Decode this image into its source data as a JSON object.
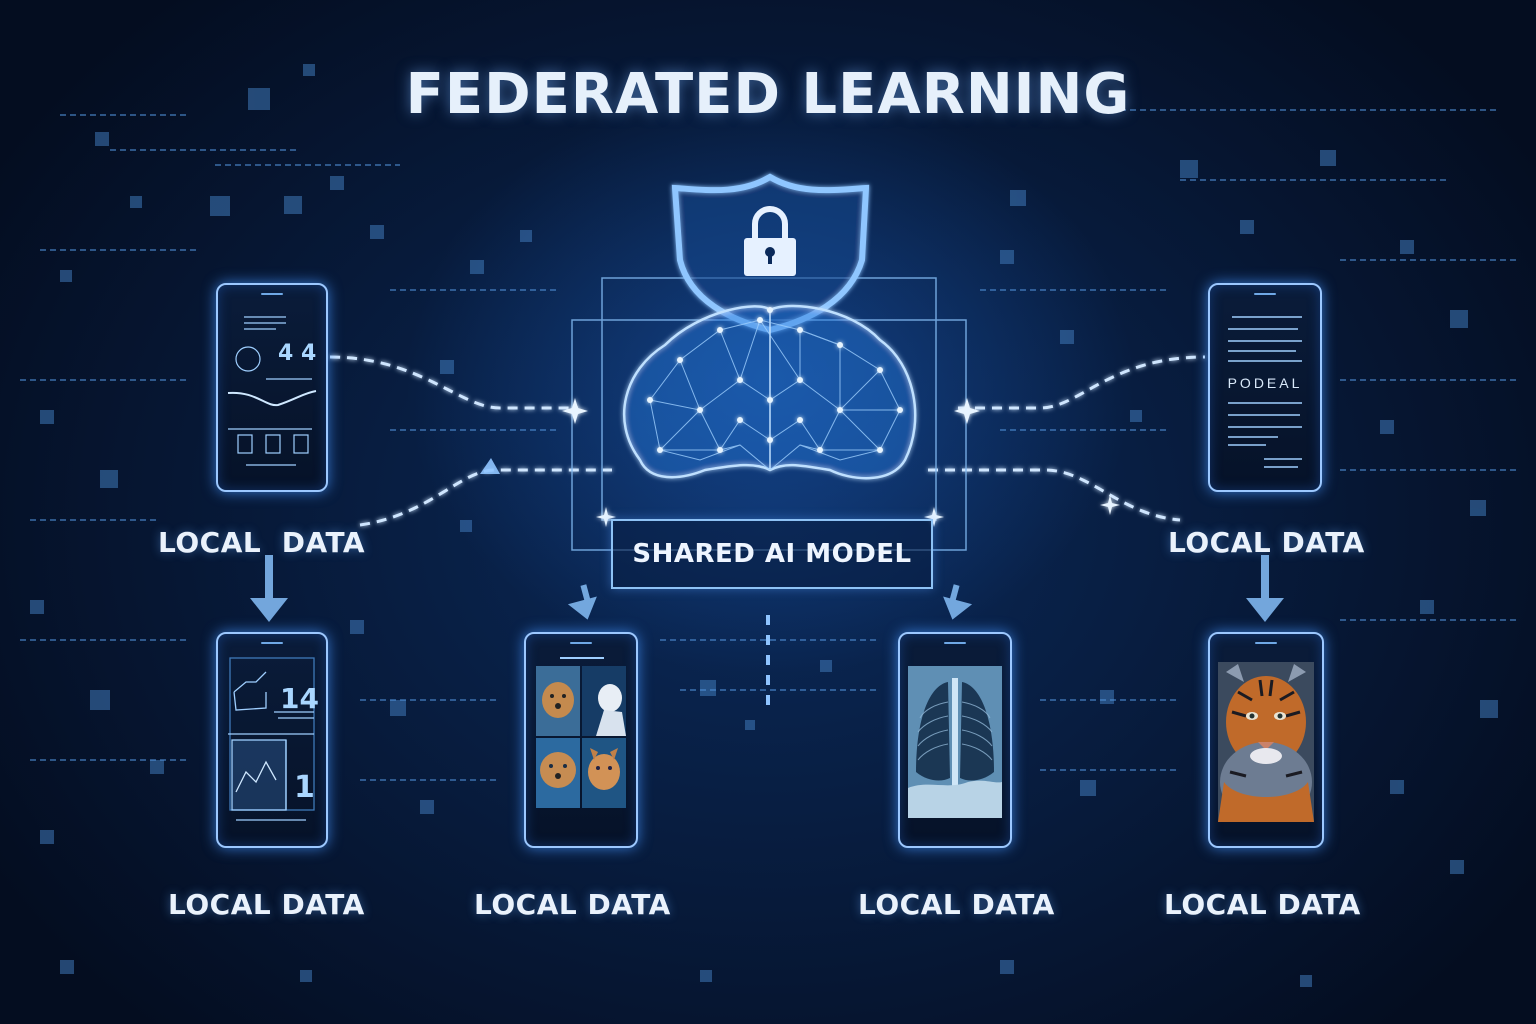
{
  "title": "FEDERATED LEARNING",
  "colors": {
    "background": "#06152e",
    "accent": "#4fa3ff",
    "glow": "#9cc8ff",
    "text": "#eaf2fc"
  },
  "center": {
    "label": "SHARED AI MODEL",
    "icons": [
      "shield-icon",
      "padlock-icon",
      "neural-brain-icon"
    ]
  },
  "devices": [
    {
      "id": "top-left",
      "label": "LOCAL  DATA",
      "screen": "dashboard",
      "screen_text": "4 4"
    },
    {
      "id": "top-right",
      "label": "LOCAL DATA",
      "screen": "document",
      "screen_text": "PODEAL"
    },
    {
      "id": "bottom-1",
      "label": "LOCAL DATA",
      "screen": "dashboard",
      "screen_text": "14",
      "screen_text_2": "1"
    },
    {
      "id": "bottom-2",
      "label": "LOCAL DATA",
      "screen": "pet-photos-grid"
    },
    {
      "id": "bottom-3",
      "label": "LOCAL DATA",
      "screen": "chest-x-ray"
    },
    {
      "id": "bottom-4",
      "label": "LOCAL DATA",
      "screen": "tiger-photo"
    }
  ]
}
